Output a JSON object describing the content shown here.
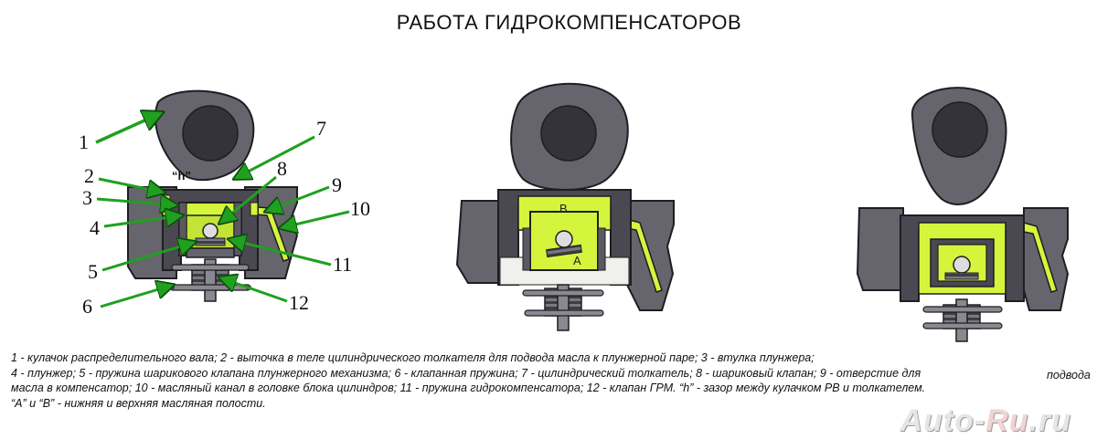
{
  "title": "РАБОТА ГИДРОКОМПЕНСАТОРОВ",
  "colors": {
    "body_gray": "#66646c",
    "dark_gray": "#35333a",
    "outline": "#1e1e22",
    "oil_green": "#d4f53c",
    "oil_green_dark": "#a8c82a",
    "arrow_green": "#1fa01f",
    "void_light": "#f0f0ec"
  },
  "callouts": [
    "1",
    "2",
    "3",
    "4",
    "5",
    "6",
    "7",
    "8",
    "9",
    "10",
    "11",
    "12"
  ],
  "gap_label": "“h”",
  "cavity_labels": {
    "upper": "B",
    "lower": "A"
  },
  "legend": {
    "line1": "1 - кулачок распределительного вала; 2 - выточка в теле цилиндрического толкателя для подвода масла к плунжерной паре; 3 - втулка плунжера;",
    "line2": "4 - плунжер; 5 - пружина шарикового клапана плунжерного механизма; 6 - клапанная пружина; 7 - цилиндрический толкатель; 8 - шариковый клапан; 9 - отверстие для",
    "line2_tail": "подвода",
    "line3": "масла в компенсатор; 10 - масляный канал в головке блока цилиндров; 11 - пружина гидрокомпенсатора; 12 - клапан ГРМ.  “h” - зазор между кулачком РВ и толкателем.",
    "line4": "“A” и “B” - нижняя и верхняя масляная полости."
  },
  "watermark": {
    "part1": "Auto-",
    "part2": "Ru",
    "part3": ".ru"
  }
}
